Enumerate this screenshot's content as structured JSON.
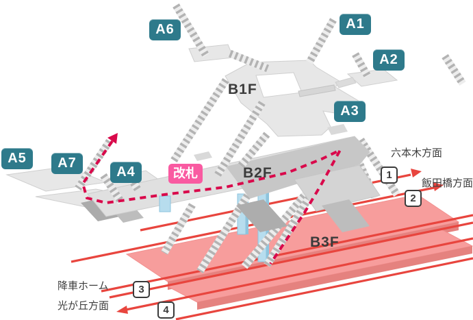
{
  "diagram": {
    "floors": [
      {
        "id": "b1f",
        "label": "B1F"
      },
      {
        "id": "b2f",
        "label": "B2F"
      },
      {
        "id": "b3f",
        "label": "B3F"
      }
    ],
    "exits": [
      {
        "id": "a1",
        "label": "A1"
      },
      {
        "id": "a2",
        "label": "A2"
      },
      {
        "id": "a3",
        "label": "A3"
      },
      {
        "id": "a4",
        "label": "A4"
      },
      {
        "id": "a5",
        "label": "A5"
      },
      {
        "id": "a6",
        "label": "A6"
      },
      {
        "id": "a7",
        "label": "A7"
      }
    ],
    "gate": {
      "label": "改札"
    },
    "directions": {
      "roppongi": "六本木方面",
      "iidabashi": "飯田橋方面",
      "alighting_platform": "降車ホーム",
      "hikarigaoka": "光が丘方面"
    },
    "platform_numbers": [
      "1",
      "2",
      "3",
      "4"
    ],
    "colors": {
      "exit_badge": "#2e7a8b",
      "gate_badge": "#f95aa1",
      "route_line": "#d9094b",
      "track_line": "#e8453e",
      "platform": "#f79d9c",
      "platform_side": "#e5827f",
      "floor_light": "#e7e7e7",
      "floor_dark": "#c7c7c7",
      "elevator": "#b7ddee"
    }
  }
}
